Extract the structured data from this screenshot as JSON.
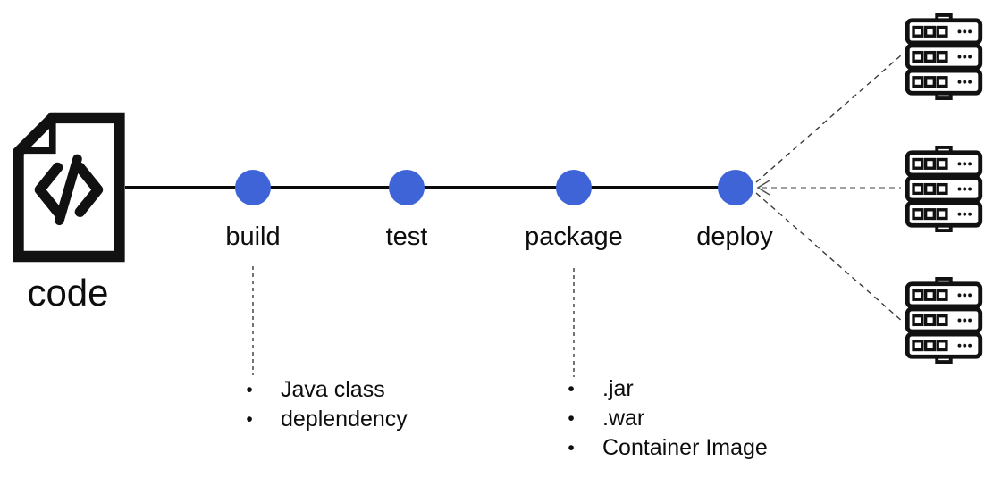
{
  "source": {
    "label": "code",
    "icon": "code-file-icon"
  },
  "pipeline": {
    "stages": [
      {
        "label": "build"
      },
      {
        "label": "test"
      },
      {
        "label": "package"
      },
      {
        "label": "deploy"
      }
    ]
  },
  "notes": {
    "build": {
      "items": [
        "Java class",
        "deplendency"
      ]
    },
    "package": {
      "items": [
        ".jar",
        ".war",
        "Container Image"
      ]
    }
  },
  "targets": {
    "icon": "server-rack-icon",
    "count": 3
  },
  "glyphs": {
    "bullet": "•"
  },
  "colors": {
    "dot_blue": "#3E64D8",
    "line_black": "#0a0a0a",
    "dash_dark": "#3a3a3a",
    "dash_gray": "#808080"
  }
}
